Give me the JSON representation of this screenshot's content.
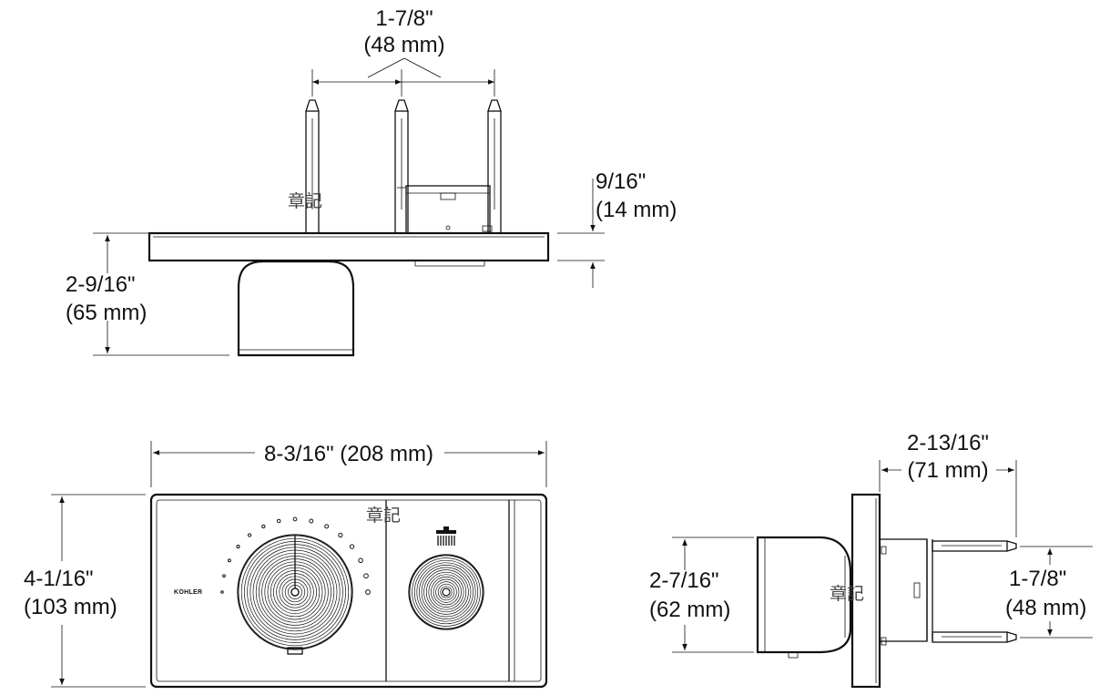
{
  "top_view": {
    "spacing_in": "1-7/8\"",
    "spacing_mm": "(48 mm)",
    "height_in": "2-9/16\"",
    "height_mm": "(65 mm)",
    "plate_in": "9/16\"",
    "plate_mm": "(14 mm)"
  },
  "front_view": {
    "width_label": "8-3/16\" (208 mm)",
    "height_in": "4-1/16\"",
    "height_mm": "(103 mm)",
    "brand": "KOHLER"
  },
  "side_view": {
    "depth_in": "2-13/16\"",
    "depth_mm": "(71 mm)",
    "body_in": "2-7/16\"",
    "body_mm": "(62 mm)",
    "spacing_in": "1-7/8\"",
    "spacing_mm": "(48 mm)"
  },
  "watermarks": [
    "章記",
    "章記",
    "章記"
  ],
  "icons": [
    "showerhead-icon"
  ]
}
